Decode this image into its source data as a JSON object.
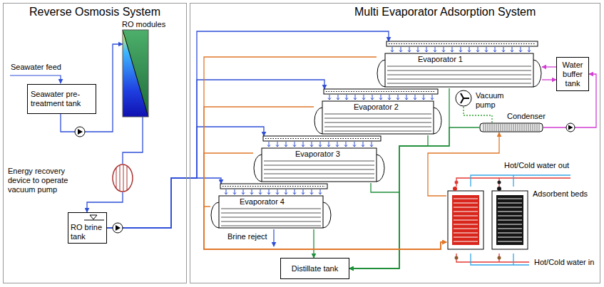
{
  "diagram": {
    "nodes": [
      {
        "text": [
          "Reverse Osmosis System"
        ]
      },
      {
        "text": [
          "Multi Evaporator Adsorption System"
        ]
      },
      {
        "text": [
          "RO modules"
        ],
        "in": 0
      },
      {
        "text": [
          "Seawater pre-treatment tank"
        ],
        "in": 0
      },
      {
        "text": [
          "Energy recovery device to operate vacuum pump"
        ],
        "in": 0
      },
      {
        "text": [
          "RO brine tank"
        ],
        "in": 0
      },
      {
        "text": [
          "Evaporator 1"
        ],
        "in": 1
      },
      {
        "text": [
          "Evaporator 2"
        ],
        "in": 1
      },
      {
        "text": [
          "Evaporator 3"
        ],
        "in": 1
      },
      {
        "text": [
          "Evaporator 4"
        ],
        "in": 1
      },
      {
        "text": [
          "Vacuum pump"
        ],
        "in": 1
      },
      {
        "text": [
          "Condenser"
        ],
        "in": 1
      },
      {
        "text": [
          "Water buffer tank"
        ],
        "in": 1
      },
      {
        "text": [
          "Adsorbent beds"
        ],
        "in": 1
      },
      {
        "text": [
          "Distillate tank"
        ],
        "in": 1
      }
    ],
    "edges": [
      {
        "from": 3,
        "to": 2,
        "arrow": "to"
      },
      {
        "from": 2,
        "to": 4,
        "arrow": "none"
      },
      {
        "from": 4,
        "to": 5,
        "arrow": "to"
      },
      {
        "from": 5,
        "to": 6,
        "arrow": "to"
      },
      {
        "from": 5,
        "to": 7,
        "arrow": "to"
      },
      {
        "from": 5,
        "to": 8,
        "arrow": "to"
      },
      {
        "from": 5,
        "to": 9,
        "arrow": "to"
      },
      {
        "from": 6,
        "to": 14,
        "arrow": "to"
      },
      {
        "from": 7,
        "to": 14,
        "arrow": "to"
      },
      {
        "from": 8,
        "to": 14,
        "arrow": "to"
      },
      {
        "from": 9,
        "to": 14,
        "arrow": "to"
      },
      {
        "from": 11,
        "to": 14,
        "arrow": "to"
      },
      {
        "from": 12,
        "to": 6,
        "arrow": "to"
      },
      {
        "from": 6,
        "to": 12,
        "arrow": "to"
      },
      {
        "from": 11,
        "to": 12,
        "arrow": "to"
      },
      {
        "from": 10,
        "to": 11,
        "arrow": "none"
      },
      {
        "from": 6,
        "to": 13,
        "arrow": "to"
      },
      {
        "from": 7,
        "to": 13,
        "arrow": "to"
      },
      {
        "from": 8,
        "to": 13,
        "arrow": "to"
      },
      {
        "from": 9,
        "to": 13,
        "arrow": "to"
      },
      {
        "from": 13,
        "to": 11,
        "arrow": "to"
      }
    ],
    "labels": [
      "Seawater feed",
      "Brine reject",
      "Hot/Cold water out",
      "Hot/Cold water in"
    ]
  }
}
